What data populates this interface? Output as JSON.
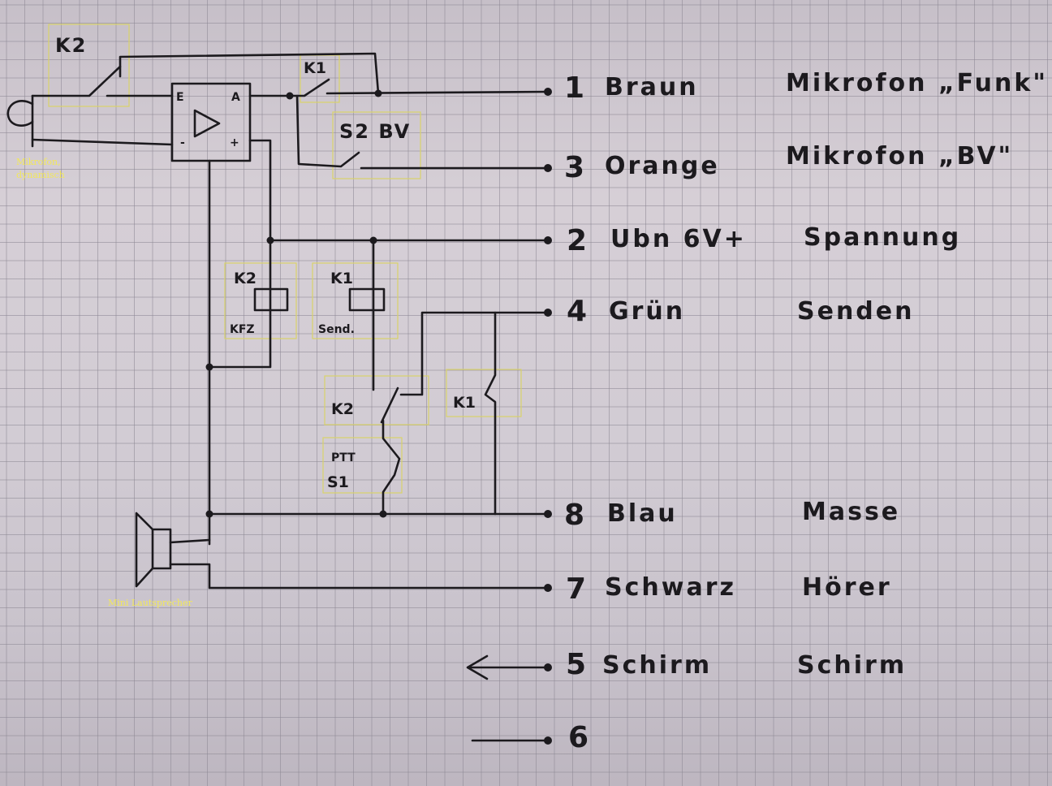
{
  "diagram": {
    "mic_label": "Mikrofon, dynamisch",
    "mic_label_line1": "Mikrofon,",
    "mic_label_line2": "dynamisch",
    "speaker_label": "Mini Lautsprecher",
    "components": {
      "k2_top_switch": "K2",
      "k1_top_switch": "K1",
      "s2_switch": "S2 BV",
      "amp_input": "E",
      "amp_output": "A",
      "amp_minus": "-",
      "amp_plus": "+",
      "k2_coil": "K2",
      "k2_coil_sub": "KFZ",
      "k1_coil": "K1",
      "k1_coil_sub": "Send.",
      "k2_contact": "K2",
      "k1_contact": "K1",
      "ptt_label": "PTT",
      "s1_label": "S1"
    },
    "pins": [
      {
        "num": "1",
        "color": "Braun",
        "function": "Mikrofon „Funk\""
      },
      {
        "num": "3",
        "color": "Orange",
        "function": "Mikrofon „BV\""
      },
      {
        "num": "2",
        "color": "Ubn 6V+",
        "function": "Spannung"
      },
      {
        "num": "4",
        "color": "Grün",
        "function": "Senden"
      },
      {
        "num": "8",
        "color": "Blau",
        "function": "Masse"
      },
      {
        "num": "7",
        "color": "Schwarz",
        "function": "Hörer"
      },
      {
        "num": "5",
        "color": "Schirm",
        "function": "Schirm"
      },
      {
        "num": "6",
        "color": "",
        "function": ""
      }
    ],
    "colors": {
      "ink": "#1c1a1e",
      "paper": "#d2ccd4",
      "grid": "#8d8894",
      "highlight_box": "#d9d36a",
      "note_text": "#f2e85a"
    }
  }
}
